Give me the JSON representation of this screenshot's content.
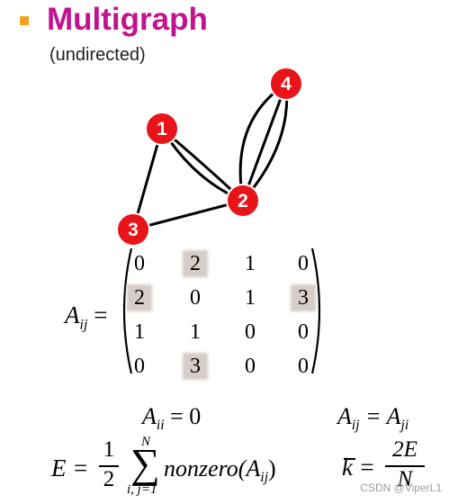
{
  "heading": {
    "title": "Multigraph",
    "subtitle": "(undirected)",
    "bullet_color": "#f5a31a",
    "title_color": "#c2138f"
  },
  "graph": {
    "node_color": "#e8141a",
    "nodes": [
      {
        "id": "1",
        "label": "1"
      },
      {
        "id": "2",
        "label": "2"
      },
      {
        "id": "3",
        "label": "3"
      },
      {
        "id": "4",
        "label": "4"
      }
    ],
    "edges": [
      {
        "from": "1",
        "to": "2",
        "multiplicity": 2
      },
      {
        "from": "1",
        "to": "3",
        "multiplicity": 1
      },
      {
        "from": "2",
        "to": "3",
        "multiplicity": 1
      },
      {
        "from": "2",
        "to": "4",
        "multiplicity": 3
      }
    ]
  },
  "matrix": {
    "lhs_symbol": "A",
    "lhs_subscript": "ij",
    "equals": "=",
    "rows": [
      [
        "0",
        "2",
        "1",
        "0"
      ],
      [
        "2",
        "0",
        "1",
        "3"
      ],
      [
        "1",
        "1",
        "0",
        "0"
      ],
      [
        "0",
        "3",
        "0",
        "0"
      ]
    ],
    "highlighted": [
      [
        0,
        1
      ],
      [
        1,
        0
      ],
      [
        1,
        3
      ],
      [
        3,
        1
      ]
    ],
    "highlight_color": "#d6cdc8"
  },
  "equations": {
    "aii": {
      "symbol": "A",
      "sub": "ii",
      "rhs": "= 0"
    },
    "aij": {
      "symbol": "A",
      "sub": "ij",
      "mid": "= A",
      "sub2": "ji"
    },
    "E_sum": {
      "lhs": "E =",
      "frac_num": "1",
      "frac_den": "2",
      "sigma": "∑",
      "upper": "N",
      "lower": "i, j=1",
      "func": "nonzero(A",
      "func_sub": "ij",
      "close": ")"
    },
    "kbar": {
      "lhs": "k =",
      "frac_num": "2E",
      "frac_den": "N"
    }
  },
  "watermark": "CSDN @ViperL1"
}
